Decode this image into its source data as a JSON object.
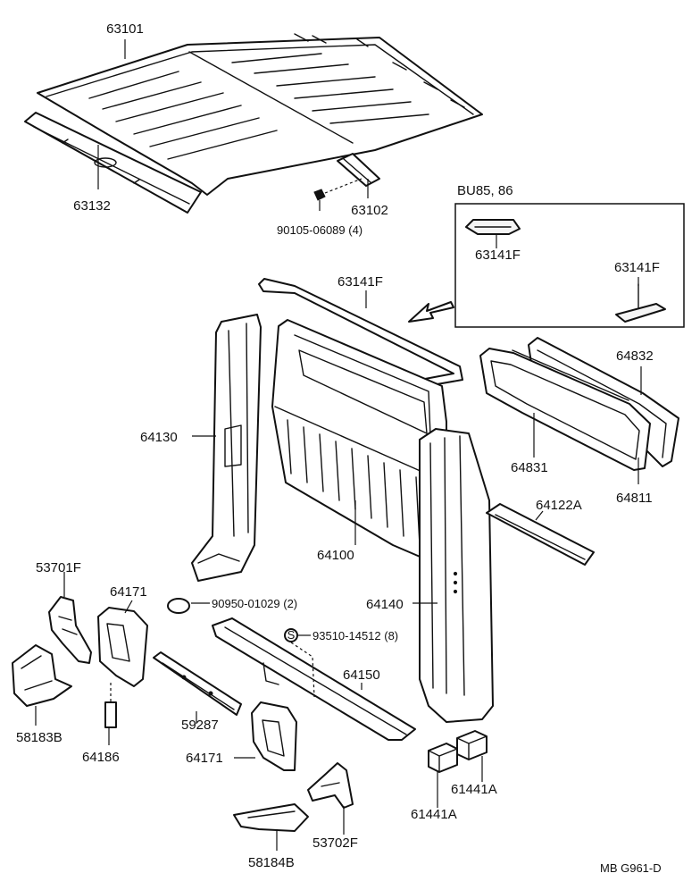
{
  "diagram": {
    "variant_box_title": "BU85, 86",
    "figure_ref": "MB G961-D",
    "labels": {
      "p63101": "63101",
      "p63132": "63132",
      "p63102": "63102",
      "p90105": "90105-06089 (4)",
      "p63141F_box1": "63141F",
      "p63141F_box2": "63141F",
      "p63141F_main": "63141F",
      "p64832": "64832",
      "p64130": "64130",
      "p64831": "64831",
      "p64811": "64811",
      "p64122A": "64122A",
      "p64100": "64100",
      "p53701F": "53701F",
      "p64171_top": "64171",
      "p90950": "90950-01029 (2)",
      "p64140": "64140",
      "p93510": "93510-14512 (8)",
      "screw_marker": "S",
      "p64150": "64150",
      "p58183B": "58183B",
      "p59287": "59287",
      "p64186": "64186",
      "p64171_bottom": "64171",
      "p61441A_right": "61441A",
      "p61441A_left": "61441A",
      "p53702F": "53702F",
      "p58184B": "58184B"
    }
  }
}
